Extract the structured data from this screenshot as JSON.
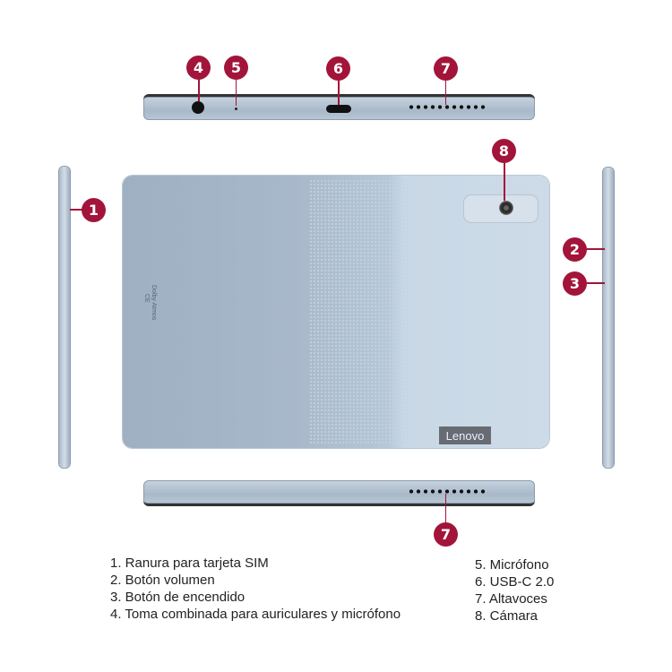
{
  "callouts": {
    "top_edge": [
      "4",
      "5",
      "6",
      "7"
    ],
    "bottom_edge": "7",
    "camera": "8",
    "left_edge": "1",
    "right_edge": [
      "2",
      "3"
    ]
  },
  "device": {
    "brand_logo": "Lenovo",
    "audio_logo": "Dolby Atmos",
    "marks": "CE"
  },
  "legend": {
    "left": [
      "1.  Ranura para tarjeta SIM",
      "2. Botón volumen",
      "3. Botón de encendido",
      "4. Toma combinada para auriculares y micrófono"
    ],
    "right": [
      "5. Micrófono",
      "6. USB-C 2.0",
      "7. Altavoces",
      "8. Cámara"
    ]
  },
  "colors": {
    "badge": "#a3143a",
    "device": "#b6c7d8"
  }
}
